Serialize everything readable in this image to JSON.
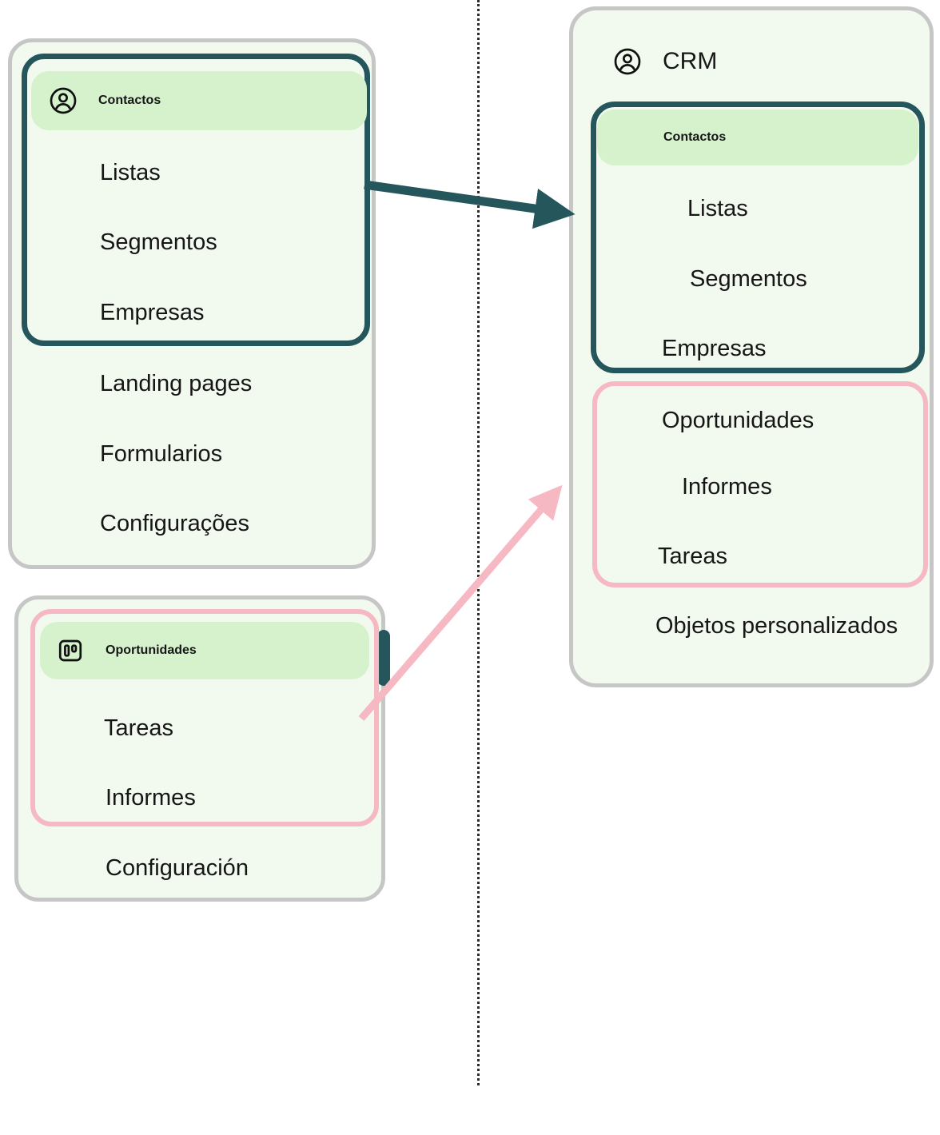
{
  "diagram": {
    "left_menu": {
      "items": [
        {
          "label": "Contactos"
        },
        {
          "label": "Listas"
        },
        {
          "label": "Segmentos"
        },
        {
          "label": "Empresas"
        },
        {
          "label": "Landing pages"
        },
        {
          "label": "Formularios"
        },
        {
          "label": "Configurações"
        }
      ]
    },
    "left_bottom_menu": {
      "items": [
        {
          "label": "Oportunidades"
        },
        {
          "label": "Tareas"
        },
        {
          "label": "Informes"
        },
        {
          "label": "Configuración"
        }
      ]
    },
    "right_menu": {
      "header": "CRM",
      "contacts_group": [
        {
          "label": "Contactos"
        },
        {
          "label": "Listas"
        },
        {
          "label": "Segmentos"
        },
        {
          "label": "Empresas"
        }
      ],
      "opportunities_group": [
        {
          "label": "Oportunidades"
        },
        {
          "label": "Informes"
        },
        {
          "label": "Tareas"
        }
      ],
      "footer_item": "Objetos personalizados"
    },
    "icons": {
      "contacts_icon": "person-circle-icon",
      "opportunities_icon": "kanban-card-icon",
      "crm_icon": "person-circle-icon"
    },
    "colors": {
      "teal_outline": "#24565c",
      "pink_outline": "#f6b8c3",
      "highlight_green": "#d6f2cc",
      "card_background": "#f2faef",
      "card_border": "#c6c6c6",
      "text": "#161616"
    }
  }
}
